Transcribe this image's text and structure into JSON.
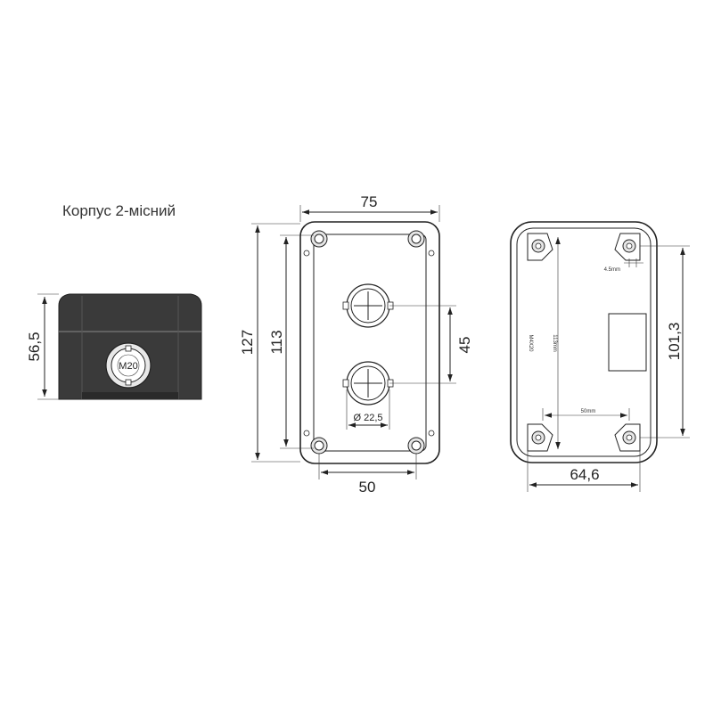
{
  "title": "Корпус 2-місний",
  "dimensions": {
    "side_height": "56,5",
    "width": "75",
    "height_outer": "127",
    "height_inner": "113",
    "button_spacing": "45",
    "hole_diameter": "Ø 22,5",
    "mount_spacing": "50",
    "back_height": "101,3",
    "back_width": "64,6"
  },
  "labels": {
    "gland": "M20",
    "back_small_1": "4.5mm",
    "back_small_2": "113mm",
    "back_small_3": "50mm",
    "back_small_4": "M4X20"
  }
}
